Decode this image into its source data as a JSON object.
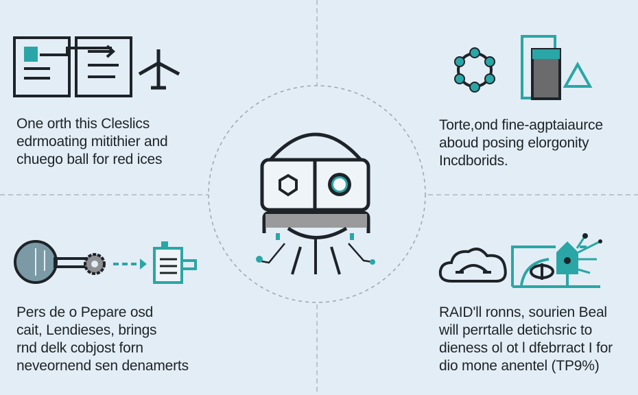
{
  "colors": {
    "background": "#e3edf5",
    "ink": "#1d2328",
    "teal": "#2aa6a6",
    "gray": "#9a9a9c"
  },
  "panels": {
    "top_left": {
      "lines": [
        "One orth this Cleslics",
        "edrmoating mitithier and",
        "chuego ball for red ices"
      ]
    },
    "top_right": {
      "lines": [
        "Torte,ond fine-agptaiaurce",
        "aboud posing elorgonity",
        "Incdborids."
      ]
    },
    "bottom_left": {
      "lines": [
        "Pers de o Pepare osd",
        "cait, Lendieses, brings",
        "rnd delk cobjost forn",
        "neveornend sen denamerts"
      ]
    },
    "bottom_right": {
      "lines": [
        "RAID'll ronns, sourien Beal",
        "will perrtalle detichsric to",
        "dieness ol ot l dfebrract I for",
        "dio mone anentel (TP9%)"
      ]
    }
  }
}
